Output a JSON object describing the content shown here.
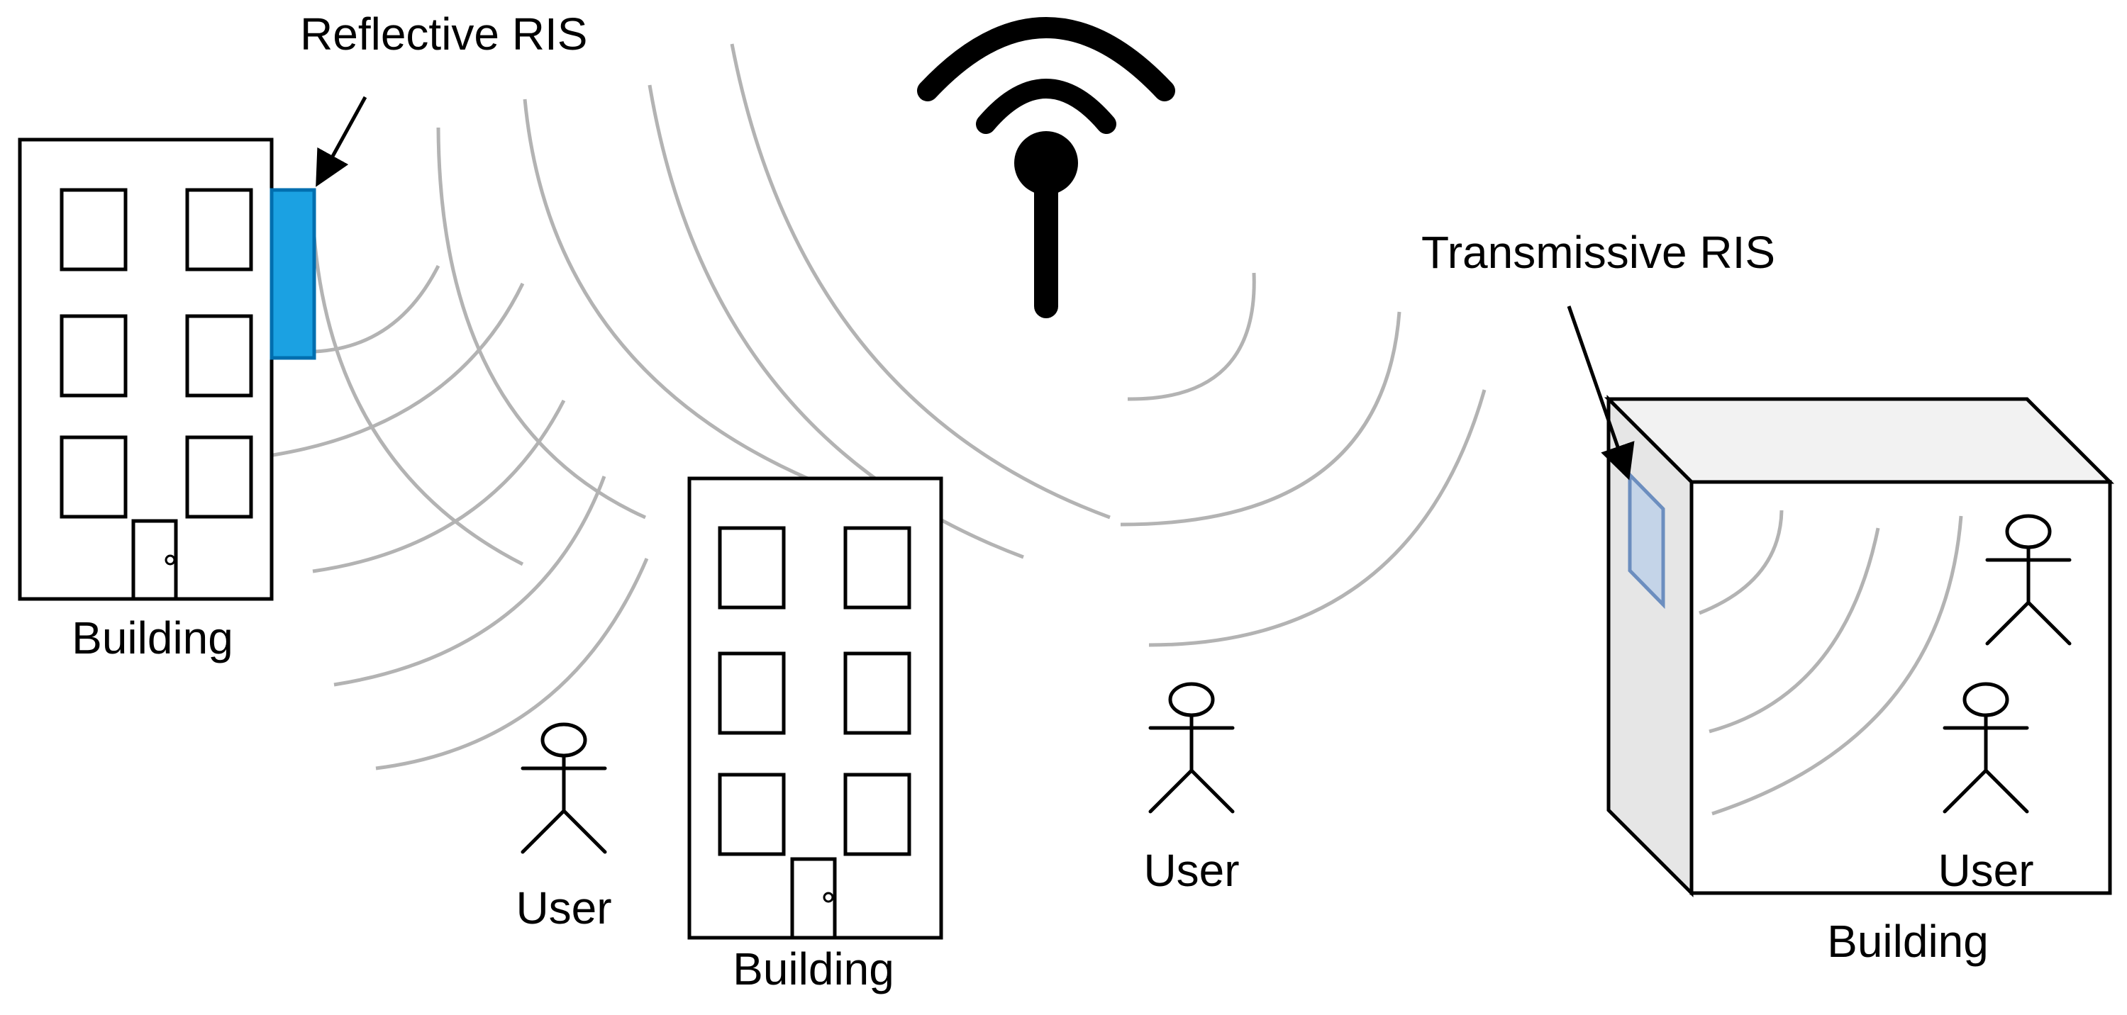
{
  "labels": {
    "reflective_ris": "Reflective RIS",
    "transmissive_ris": "Transmissive RIS",
    "building_left": "Building",
    "building_center": "Building",
    "building_right": "Building",
    "user_left": "User",
    "user_center": "User",
    "user_right": "User"
  },
  "colors": {
    "reflective_ris_fill": "#1ba1e2",
    "reflective_ris_stroke": "#006eaf",
    "transmissive_ris_fill": "#c4d4e8",
    "transmissive_ris_stroke": "#6c8ebf",
    "wave": "#b3b3b3",
    "building_side": "#e6e6e6",
    "building_top": "#f2f2f2",
    "stroke": "#000000"
  },
  "icons": {
    "antenna": "antenna-icon",
    "person": "person-icon",
    "arrow": "arrow-icon"
  }
}
